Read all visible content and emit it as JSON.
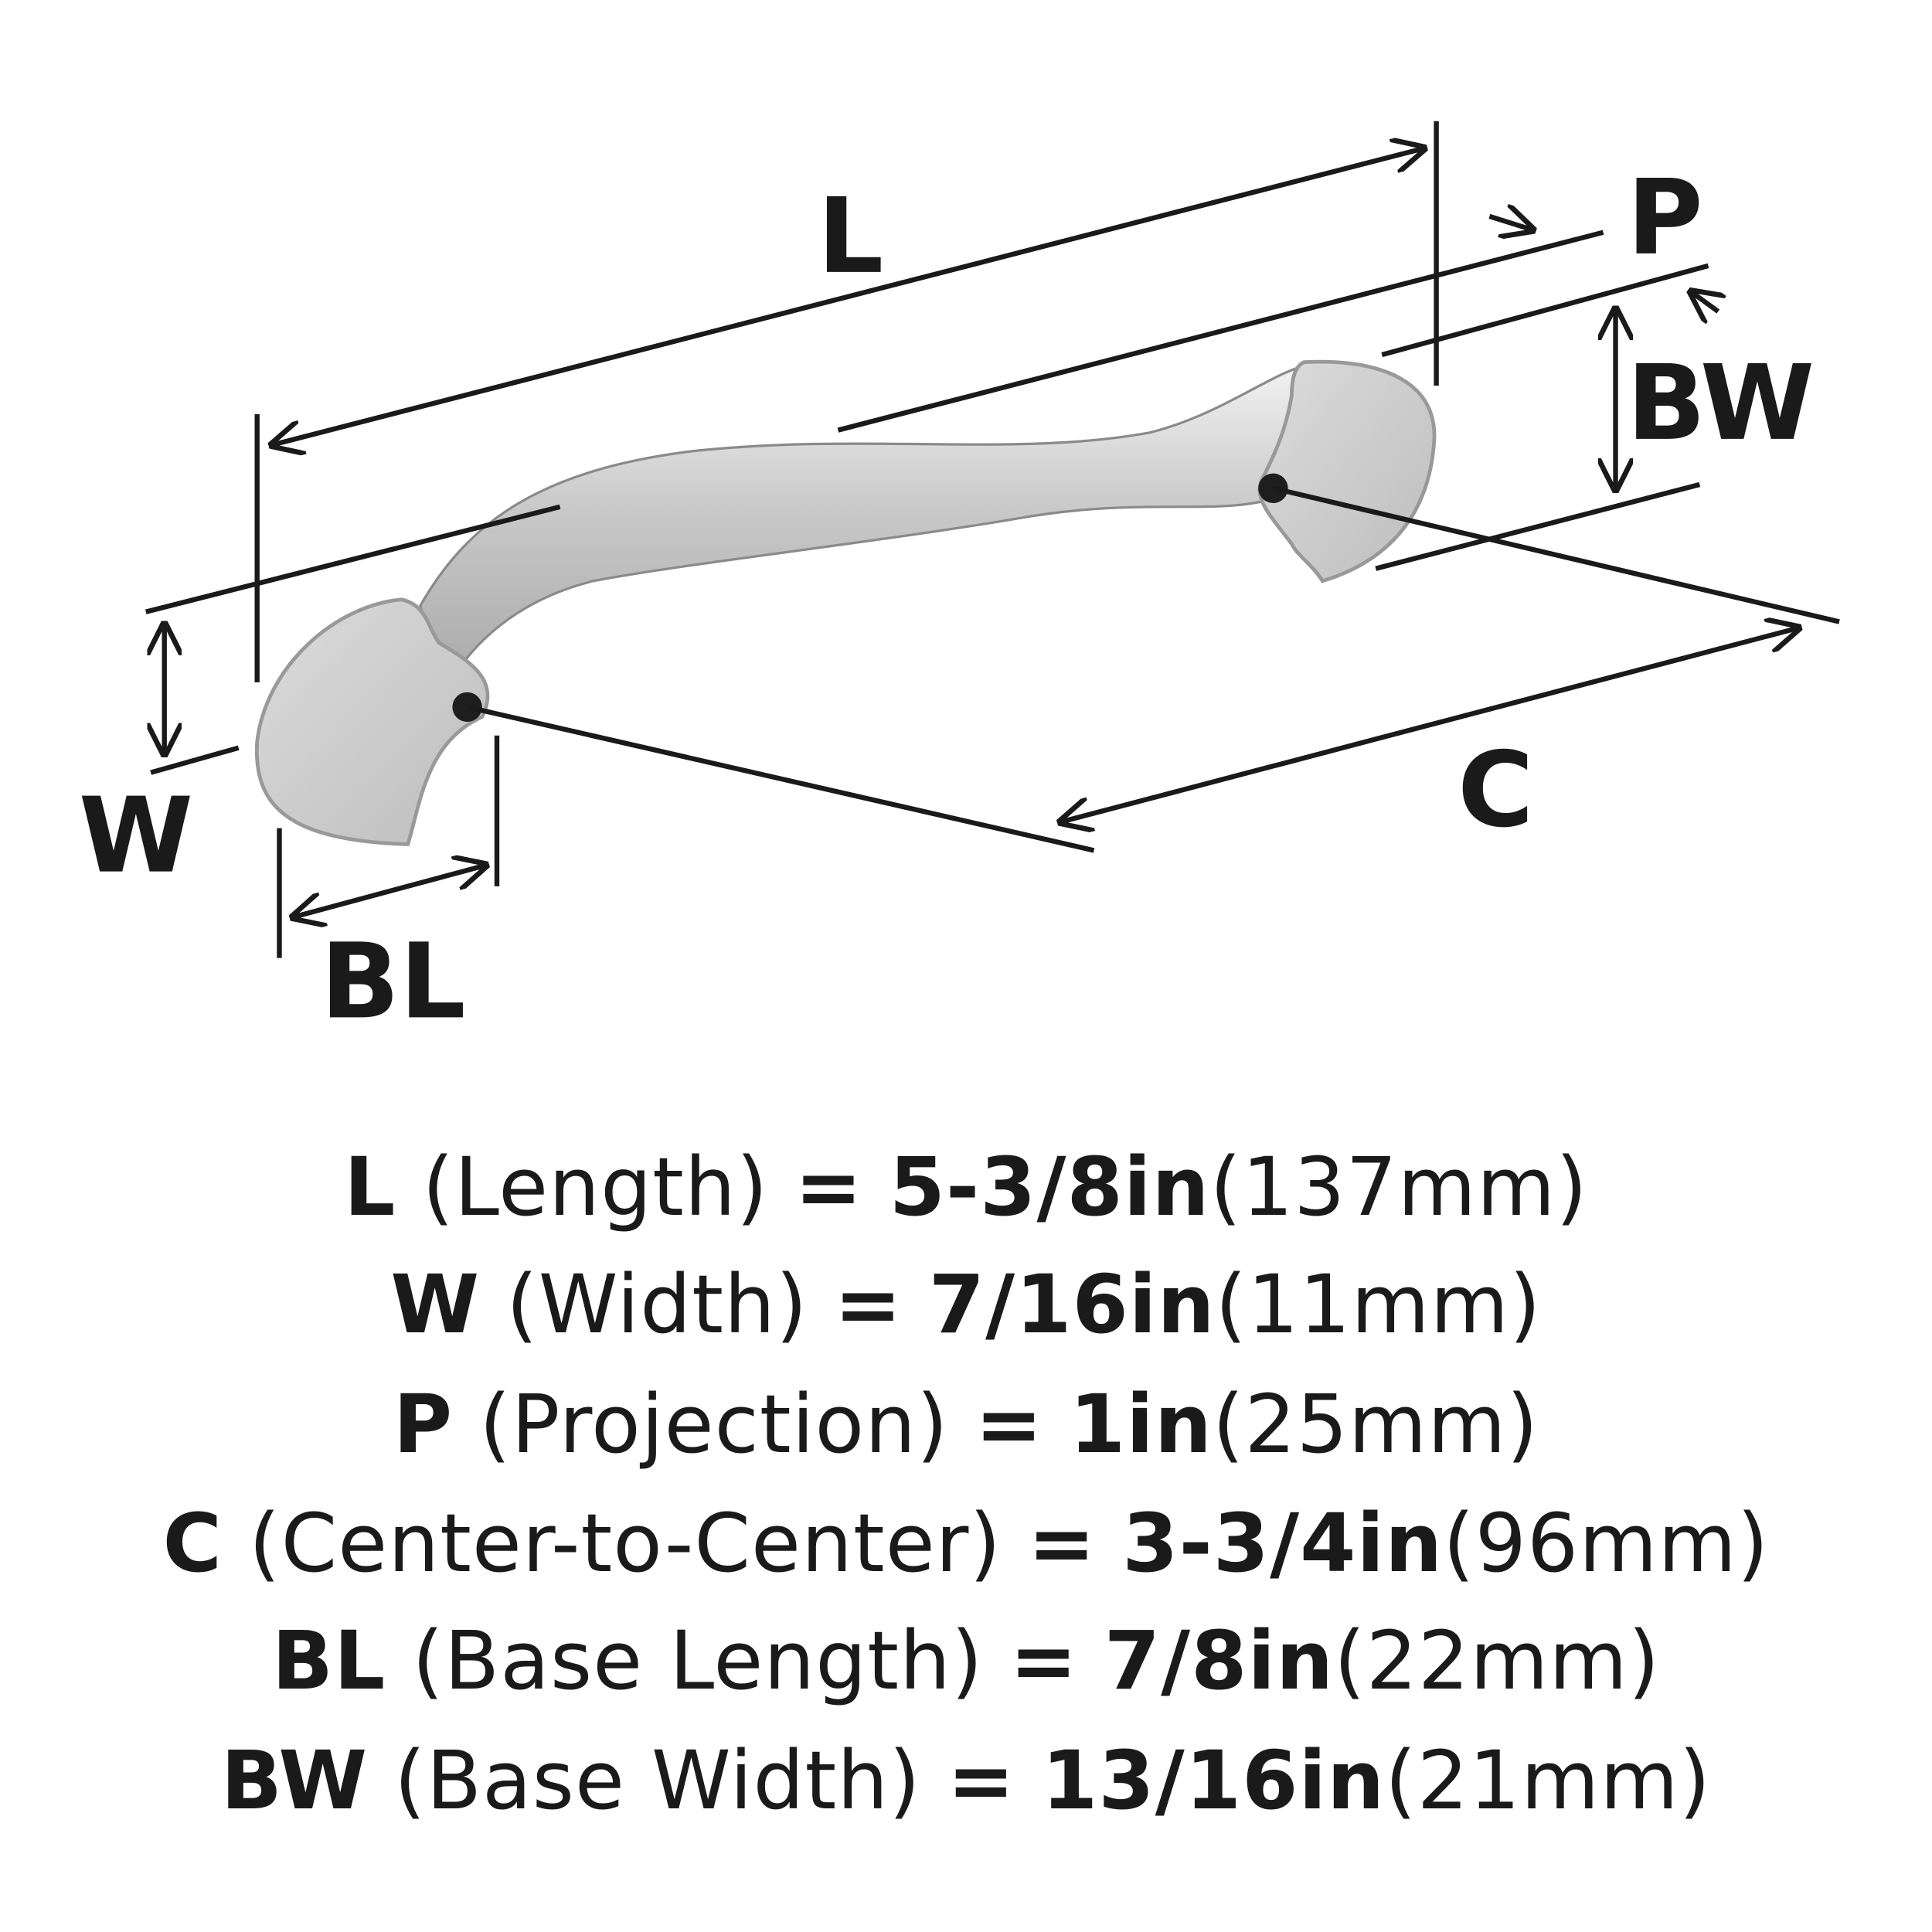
{
  "diagram_labels": {
    "L": "L",
    "P": "P",
    "BW": "BW",
    "W": "W",
    "C": "C",
    "BL": "BL"
  },
  "specs": [
    {
      "code": "L",
      "name": "(Length)",
      "eq": "=",
      "imperial": "5-3/8in",
      "metric": "(137mm)"
    },
    {
      "code": "W",
      "name": "(Width)",
      "eq": "=",
      "imperial": "7/16in",
      "metric": "(11mm)"
    },
    {
      "code": "P",
      "name": "(Projection)",
      "eq": "=",
      "imperial": "1in",
      "metric": "(25mm)"
    },
    {
      "code": "C",
      "name": "(Center-to-Center)",
      "eq": "=",
      "imperial": "3-3/4in",
      "metric": "(96mm)"
    },
    {
      "code": "BL",
      "name": "(Base Length)",
      "eq": "=",
      "imperial": "7/8in",
      "metric": "(22mm)"
    },
    {
      "code": "BW",
      "name": "(Base Width)",
      "eq": "=",
      "imperial": "13/16in",
      "metric": "(21mm)"
    }
  ],
  "colors": {
    "line": "#1a1a1a",
    "metal_light": "#e4e4e4",
    "metal_dark": "#9a9a9a"
  }
}
